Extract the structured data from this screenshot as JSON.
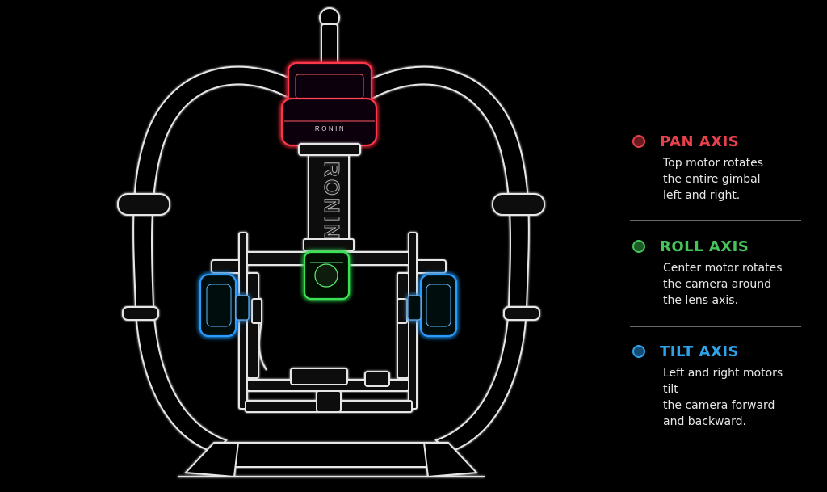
{
  "diagram": {
    "brand_text": "RONIN"
  },
  "legend": {
    "items": [
      {
        "title": "PAN AXIS",
        "description": "Top motor rotates\nthe entire gimbal\nleft and right.",
        "color": "#e8414c",
        "fill": "#6b1a1f"
      },
      {
        "title": "ROLL AXIS",
        "description": "Center motor rotates\nthe camera around\nthe lens axis.",
        "color": "#46c35a",
        "fill": "#1c5a26"
      },
      {
        "title": "TILT AXIS",
        "description": "Left and right motors tilt\nthe camera forward\nand backward.",
        "color": "#2fa3ea",
        "fill": "#164b75"
      }
    ]
  }
}
